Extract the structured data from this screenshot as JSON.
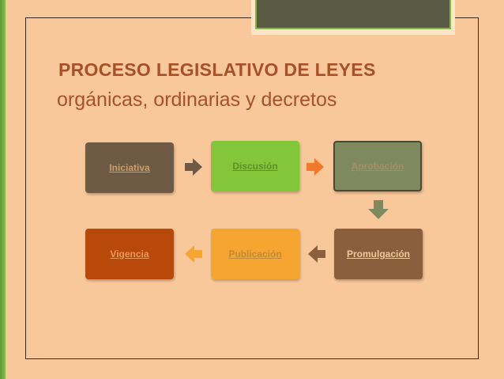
{
  "title": {
    "line1": "PROCESO LEGISLATIVO DE LEYES",
    "line2": "orgánicas, ordinarias y decretos"
  },
  "steps": [
    {
      "label": "Iniciativa",
      "bg": "#6e5a45",
      "fg": "#c9a06a"
    },
    {
      "label": "Discusión",
      "bg": "#83c63a",
      "fg": "#5f8f2a"
    },
    {
      "label": "Aprobación",
      "bg": "#7e8a5e",
      "fg": "#a88e63"
    },
    {
      "label": "Promulgación",
      "bg": "#8a5f3e",
      "fg": "#f2c79a"
    },
    {
      "label": "Publicación",
      "bg": "#f6a531",
      "fg": "#bf8a3a"
    },
    {
      "label": "Vigencia",
      "bg": "#b8490a",
      "fg": "#e8995c"
    }
  ],
  "arrows": [
    {
      "from": "Iniciativa",
      "to": "Discusión",
      "color": "#6e5a45"
    },
    {
      "from": "Discusión",
      "to": "Aprobación",
      "color": "#f07a2a"
    },
    {
      "from": "Aprobación",
      "to": "Promulgación",
      "color": "#7e8a5e"
    },
    {
      "from": "Promulgación",
      "to": "Publicación",
      "color": "#8a5f3e"
    },
    {
      "from": "Publicación",
      "to": "Vigencia",
      "color": "#f6a531"
    }
  ]
}
